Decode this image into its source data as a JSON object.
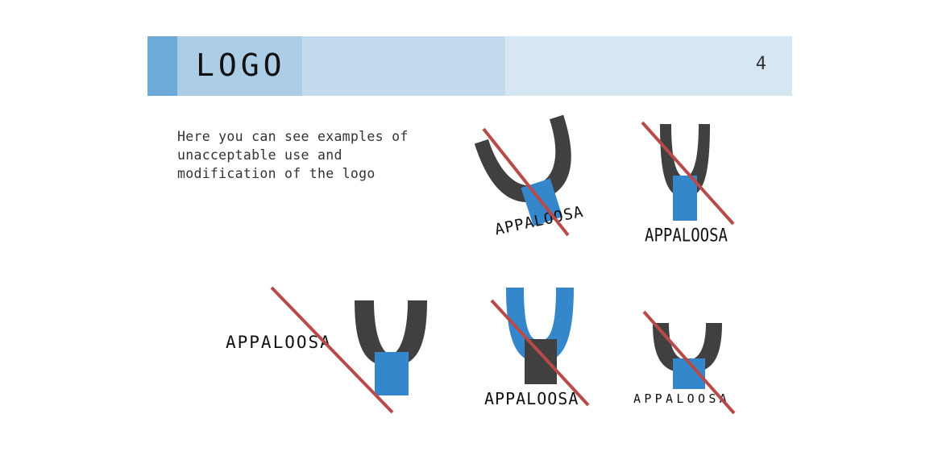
{
  "header": {
    "title": "LOGO",
    "page_number": "4"
  },
  "description": {
    "lines": [
      "Here you can see examples of",
      "unacceptable use and",
      "modification of the logo"
    ]
  },
  "examples": [
    {
      "brand": "APPALOOSA"
    },
    {
      "brand": "APPALOOSA"
    },
    {
      "brand": "APPALOOSA"
    },
    {
      "brand": "APPALOOSA"
    },
    {
      "brand": "APPALOOSA"
    }
  ],
  "colors": {
    "logo_dark": "#404040",
    "logo_blue": "#3587cc",
    "strike_red": "#b84a4a"
  }
}
